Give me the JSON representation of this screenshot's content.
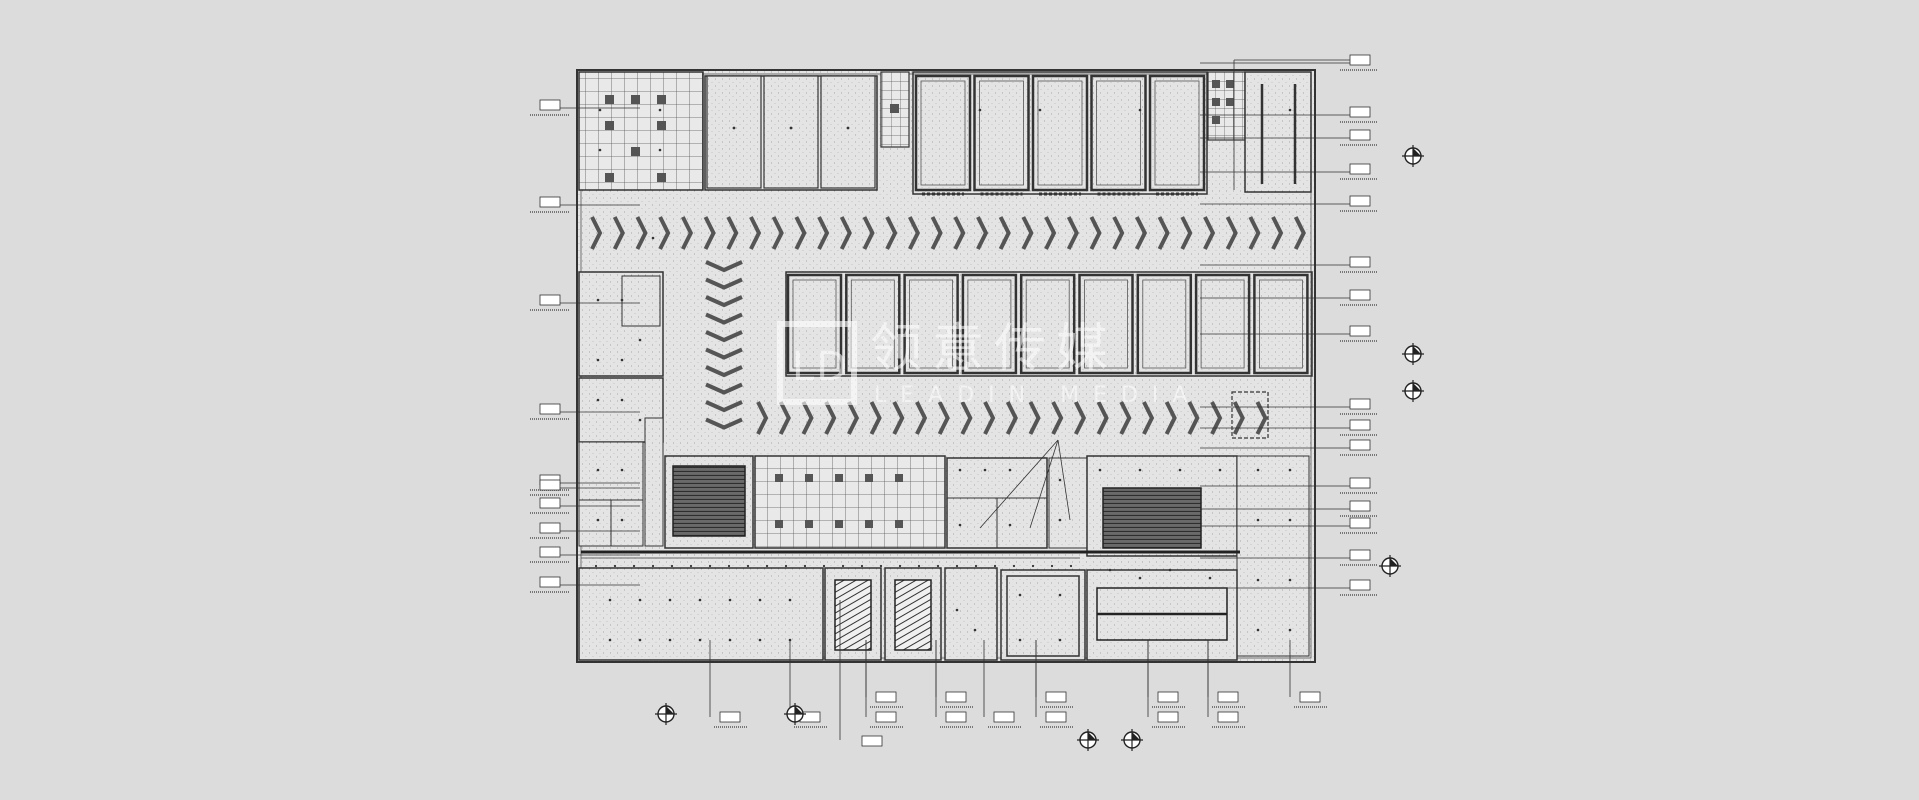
{
  "watermark": {
    "logo": "LD",
    "cn": "领意传媒",
    "en": "LEADIN MEDIA"
  },
  "colors": {
    "background": "#dcdcdc",
    "floor": "#e6e6e6",
    "line": "#444444",
    "dark": "#555555",
    "tag": "#ffffff"
  }
}
